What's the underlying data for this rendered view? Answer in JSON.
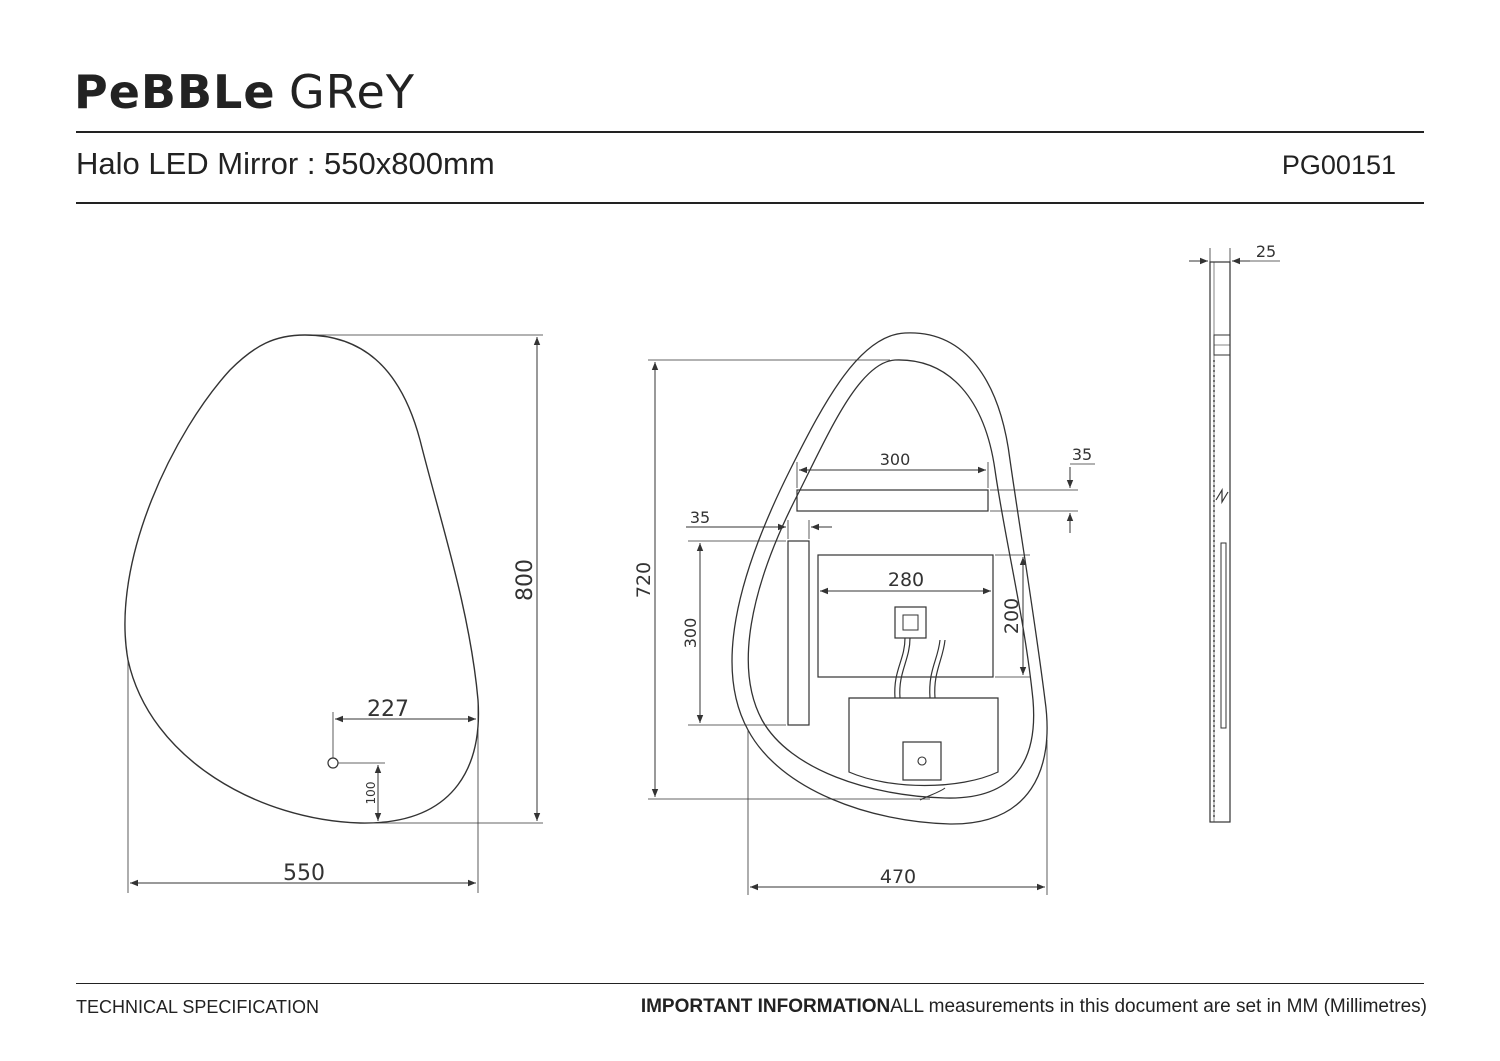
{
  "header": {
    "brand_part1": "PeBBLe",
    "brand_part2": "GReY",
    "title": "Halo LED Mirror : 550x800mm",
    "product_code": "PG00151"
  },
  "dimensions": {
    "front_width": "550",
    "front_height": "800",
    "button_offset_x": "227",
    "button_offset_y": "100",
    "rear_width": "470",
    "rear_height": "720",
    "bracket_h_length": "300",
    "bracket_h_depth": "35",
    "bracket_v_depth": "35",
    "bracket_v_length": "300",
    "box_width": "280",
    "box_height": "200",
    "side_depth": "25"
  },
  "footer": {
    "left": "TECHNICAL SPECIFICATION",
    "important_label": "IMPORTANT INFORMATION",
    "important_text": "ALL measurements in this document are set in MM (Millimetres)"
  }
}
